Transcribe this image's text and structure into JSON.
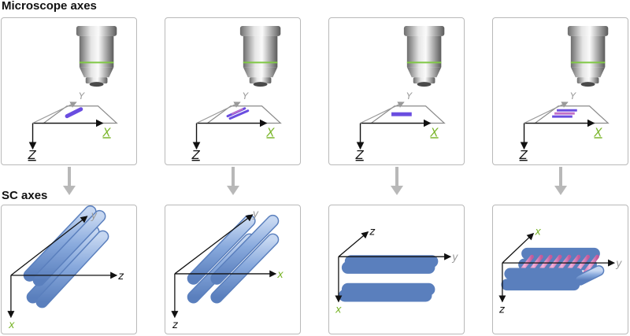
{
  "headings": {
    "microscope": "Microscope axes",
    "sc": "SC axes"
  },
  "microscope_panels": [
    {
      "labels": {
        "x": "X",
        "y": "Y",
        "z": "Z"
      }
    },
    {
      "labels": {
        "x": "X",
        "y": "Y",
        "z": "Z"
      }
    },
    {
      "labels": {
        "x": "X",
        "y": "Y",
        "z": "Z"
      }
    },
    {
      "labels": {
        "x": "X",
        "y": "Y",
        "z": "Z"
      }
    }
  ],
  "sc_panels": [
    {
      "labels": {
        "a": "y",
        "b": "z",
        "c": "x"
      }
    },
    {
      "labels": {
        "a": "y",
        "b": "x",
        "c": "z"
      }
    },
    {
      "labels": {
        "a": "z",
        "b": "y",
        "c": "x"
      }
    },
    {
      "labels": {
        "a": "x",
        "b": "y",
        "c": "z"
      }
    }
  ],
  "colors": {
    "green_label": "#7ab52a",
    "gray_label": "#9a9a9a",
    "black_label": "#111111",
    "blue_fiber": "#7fa3d9",
    "pink_fiber": "#e48ac0",
    "purple_sample": "#6a4de0",
    "arrow_gray": "#b8b8b8"
  }
}
